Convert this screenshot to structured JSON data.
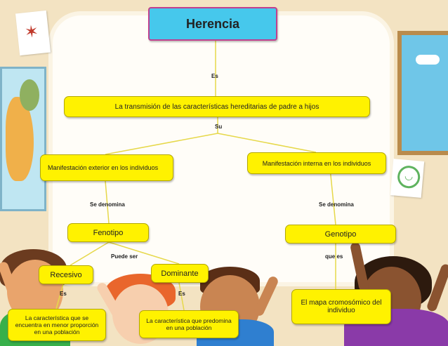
{
  "diagram": {
    "title": "Herencia",
    "nodes": {
      "definicion": "La transmisión de las características hereditarias de padre a hijos",
      "exterior": "Manifestación exterior en los individuos",
      "interna": "Manifestación interna en los individuos",
      "fenotipo": "Fenotipo",
      "genotipo": "Genotipo",
      "recesivo": "Recesivo",
      "dominante": "Dominante",
      "recesivo_def": "La característica que se encuentra en menor proporción en una población",
      "dominante_def": "La característica que predomina en una población",
      "genotipo_def": "El mapa cromosómico del individuo"
    },
    "links": {
      "es_1": "Es",
      "su": "Su",
      "se_denomina_1": "Se denomina",
      "se_denomina_2": "Se denomina",
      "puede_ser": "Puede ser",
      "que_es": "que es",
      "es_2": "Es",
      "es_3": "Es"
    }
  },
  "colors": {
    "node": "#fff200",
    "title": "#46c8ec",
    "title_border": "#c0408f",
    "line": "#e6d84a"
  }
}
